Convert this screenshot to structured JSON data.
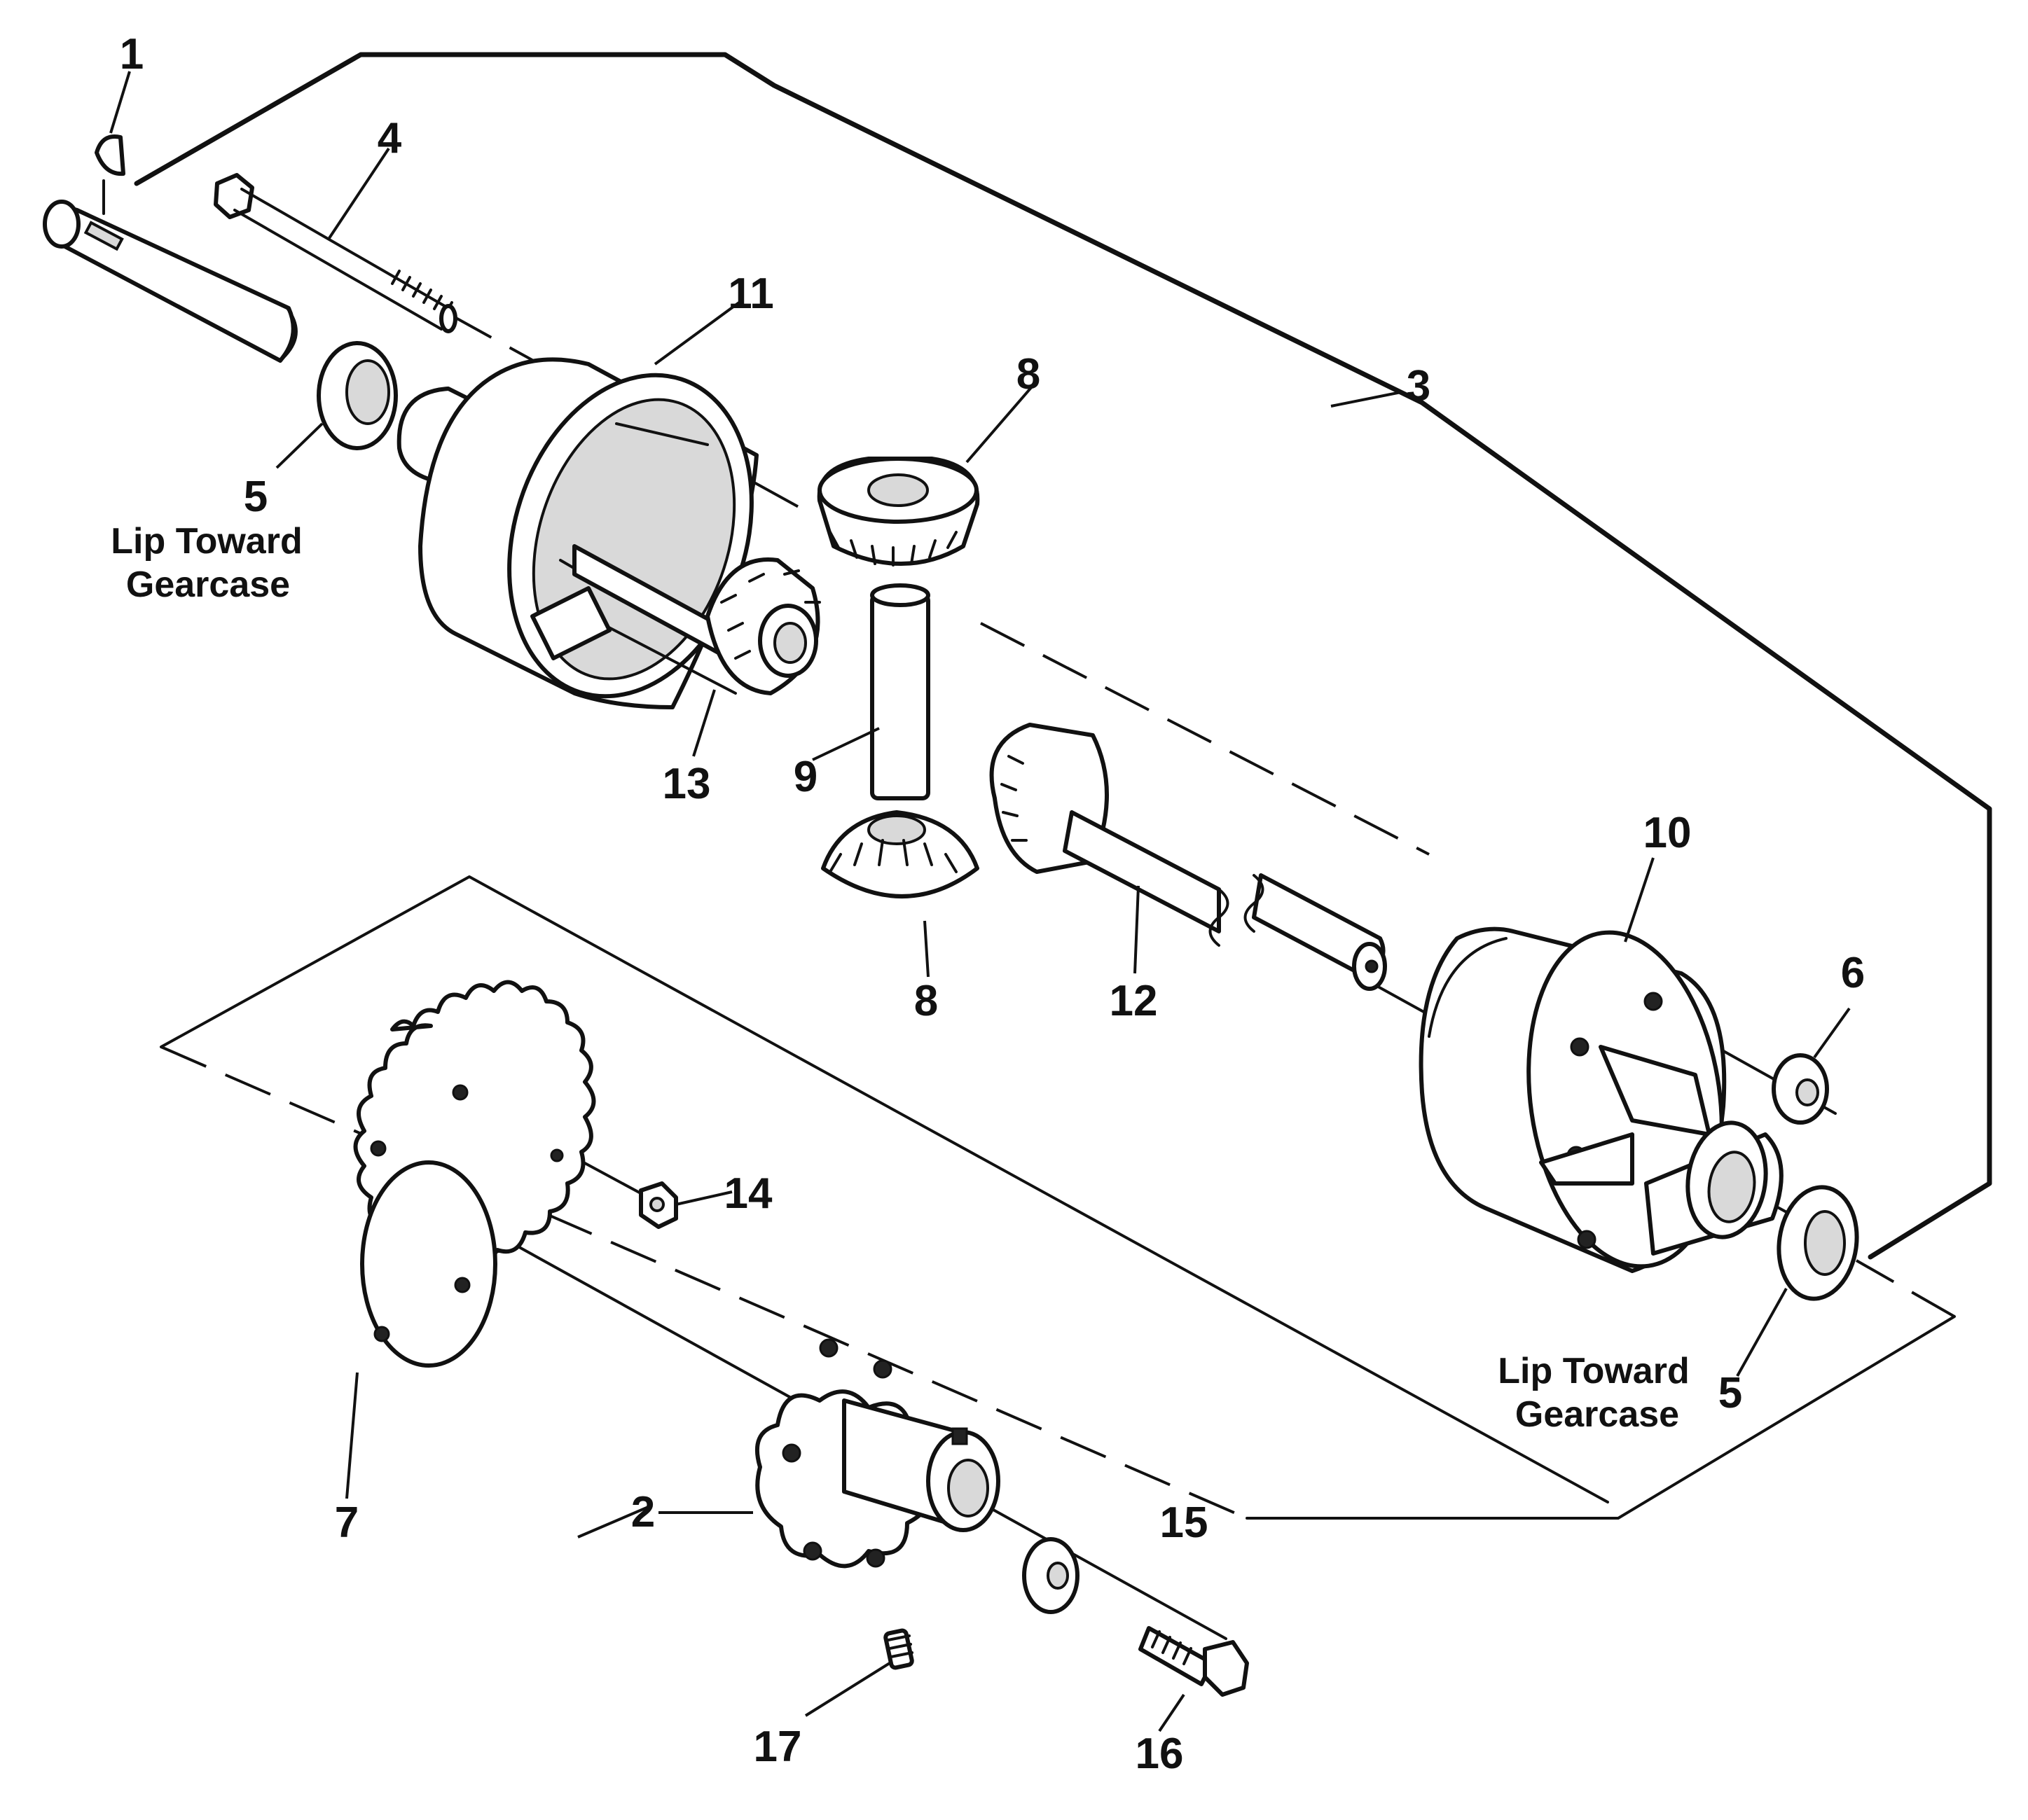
{
  "diagram": {
    "callouts": [
      "1",
      "2",
      "3",
      "4",
      "5",
      "5",
      "6",
      "7",
      "8",
      "8",
      "9",
      "10",
      "11",
      "12",
      "13",
      "14",
      "15",
      "16",
      "17"
    ],
    "notes": {
      "left": [
        "Lip Toward",
        "Gearcase"
      ],
      "right": [
        "Lip Toward",
        "Gearcase"
      ]
    }
  }
}
